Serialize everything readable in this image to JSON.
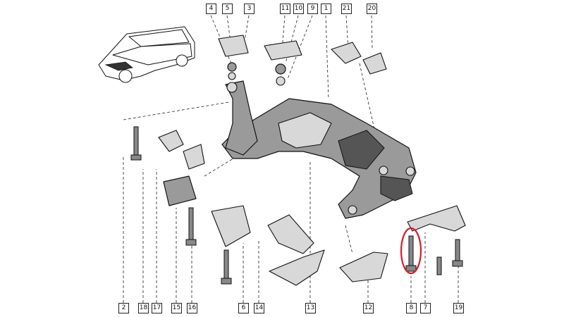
{
  "callouts": {
    "c4": "4",
    "c5": "5",
    "c3": "3",
    "c11": "11",
    "c10": "10",
    "c9": "9",
    "c1": "1",
    "c21": "21",
    "c20": "20",
    "c2": "2",
    "c18": "18",
    "c17": "17",
    "c15": "15",
    "c16": "16",
    "c6": "6",
    "c14": "14",
    "c13": "13",
    "c12": "12",
    "c8": "8",
    "c7": "7",
    "c19": "19"
  },
  "highlight": {
    "color": "#d0202a",
    "target": "8"
  }
}
